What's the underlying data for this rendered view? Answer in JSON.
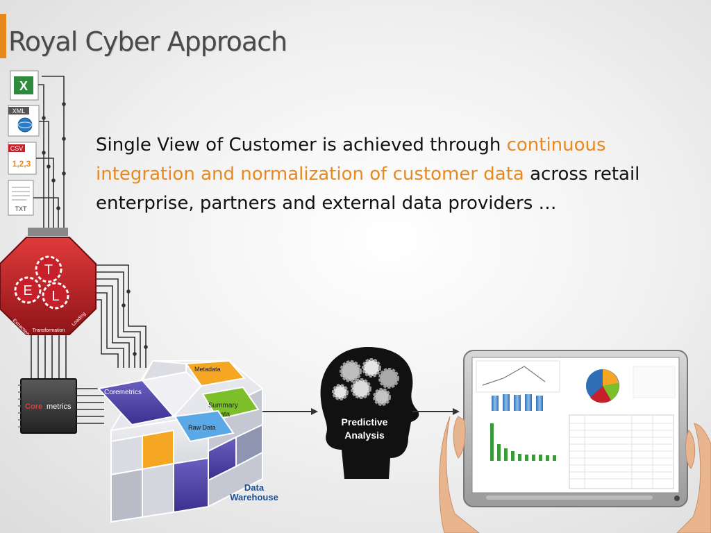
{
  "slide": {
    "title": "Royal Cyber Approach",
    "body": {
      "part1": "Single View of Customer is achieved through ",
      "highlight": "continuous integration and normalization of customer data",
      "part2": " across retail enterprise, partners and external data providers …"
    }
  },
  "sources": {
    "xml_label": "XML",
    "csv_label": "CSV",
    "csv_values": "1,2,3",
    "txt_label": "TXT"
  },
  "etl": {
    "letter_t": "T",
    "letter_e": "E",
    "letter_l": "L",
    "extraction": "Extraction",
    "transformation": "Transformation",
    "loading": "Loading"
  },
  "coremetrics": {
    "chip_label_core": "Core",
    "chip_label_metrics": "metrics",
    "cube_label": "Coremetrics"
  },
  "cube": {
    "metadata": "Metadata",
    "summary_line1": "Summary",
    "summary_line2": "Data",
    "raw_data": "Raw Data",
    "warehouse_line1": "Data",
    "warehouse_line2": "Warehouse"
  },
  "analysis": {
    "line1": "Predictive",
    "line2": "Analysis"
  },
  "colors": {
    "accent": "#e8891f",
    "etl_red": "#c8202a",
    "warehouse_blue": "#1d4f91"
  }
}
